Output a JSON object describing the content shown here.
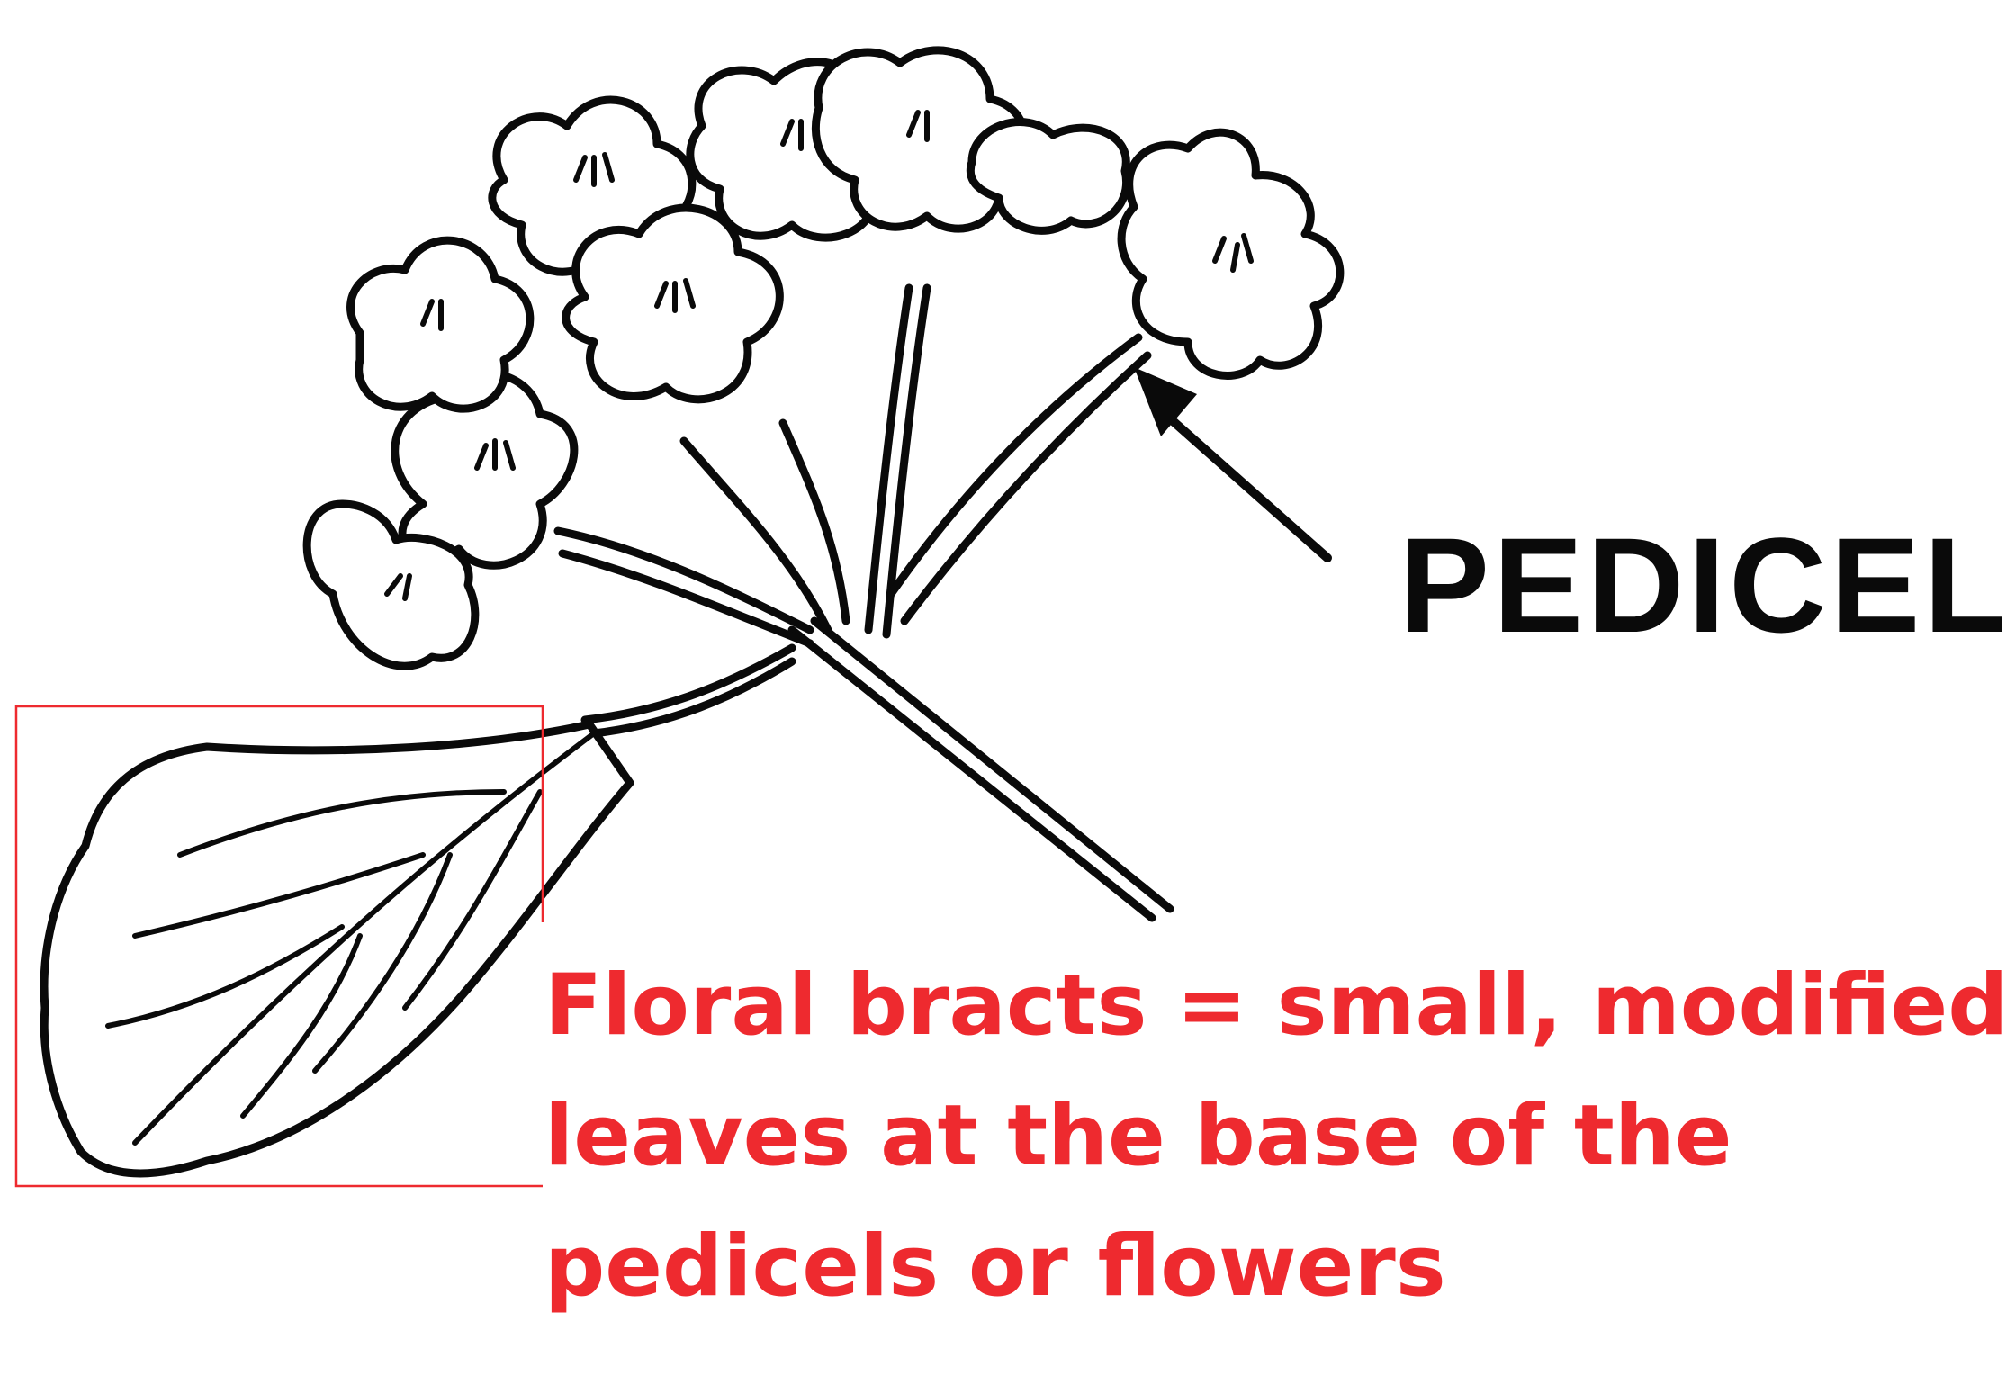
{
  "labels": {
    "pedicel": "PEDICEL"
  },
  "caption": {
    "line1": "Floral bracts = small, modified",
    "line2": "leaves at the base of the",
    "line3": "pedicels or flowers"
  },
  "colors": {
    "ink": "#0a0a0a",
    "highlight": "#ee2a2f",
    "background": "#ffffff"
  }
}
